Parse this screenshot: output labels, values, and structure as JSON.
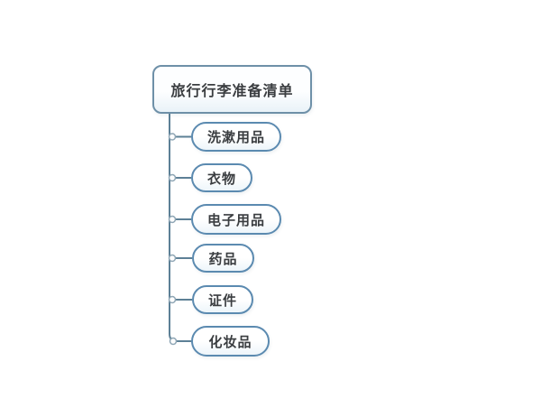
{
  "diagram": {
    "type": "mindmap",
    "root": {
      "label": "旅行行李准备清单"
    },
    "children": [
      {
        "label": "洗漱用品"
      },
      {
        "label": "衣物"
      },
      {
        "label": "电子用品"
      },
      {
        "label": "药品"
      },
      {
        "label": "证件"
      },
      {
        "label": "化妆品"
      }
    ],
    "colors": {
      "background": "#ffffff",
      "root_border": "#6e90a8",
      "child_border": "#5b8ab0",
      "node_fill": "#f2f8fb",
      "connector": "#5d8096",
      "dot_fill": "#fdfdfd",
      "dot_border": "#8fa6b5",
      "text": "#3a3d40"
    }
  }
}
